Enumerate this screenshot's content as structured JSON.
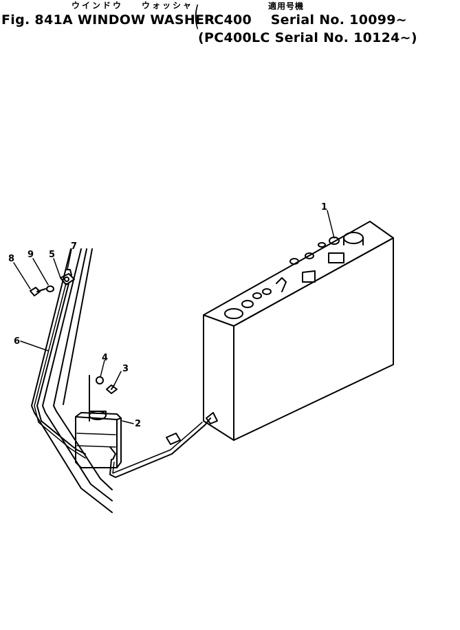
{
  "header": {
    "fig_title": "Fig. 841A WINDOW WASHER",
    "kana_window": "ウインドウ",
    "kana_washer": "ウォッシャ",
    "applicability_kanji": "適用号機",
    "serial_line_1": "PC400    Serial No. 10099~",
    "serial_line_2": "(PC400LC Serial No. 10124~)",
    "open_paren": "("
  },
  "callouts": [
    "1",
    "2",
    "3",
    "4",
    "5",
    "6",
    "7",
    "8",
    "9"
  ],
  "colors": {
    "ink": "#000000",
    "paper": "#ffffff"
  }
}
